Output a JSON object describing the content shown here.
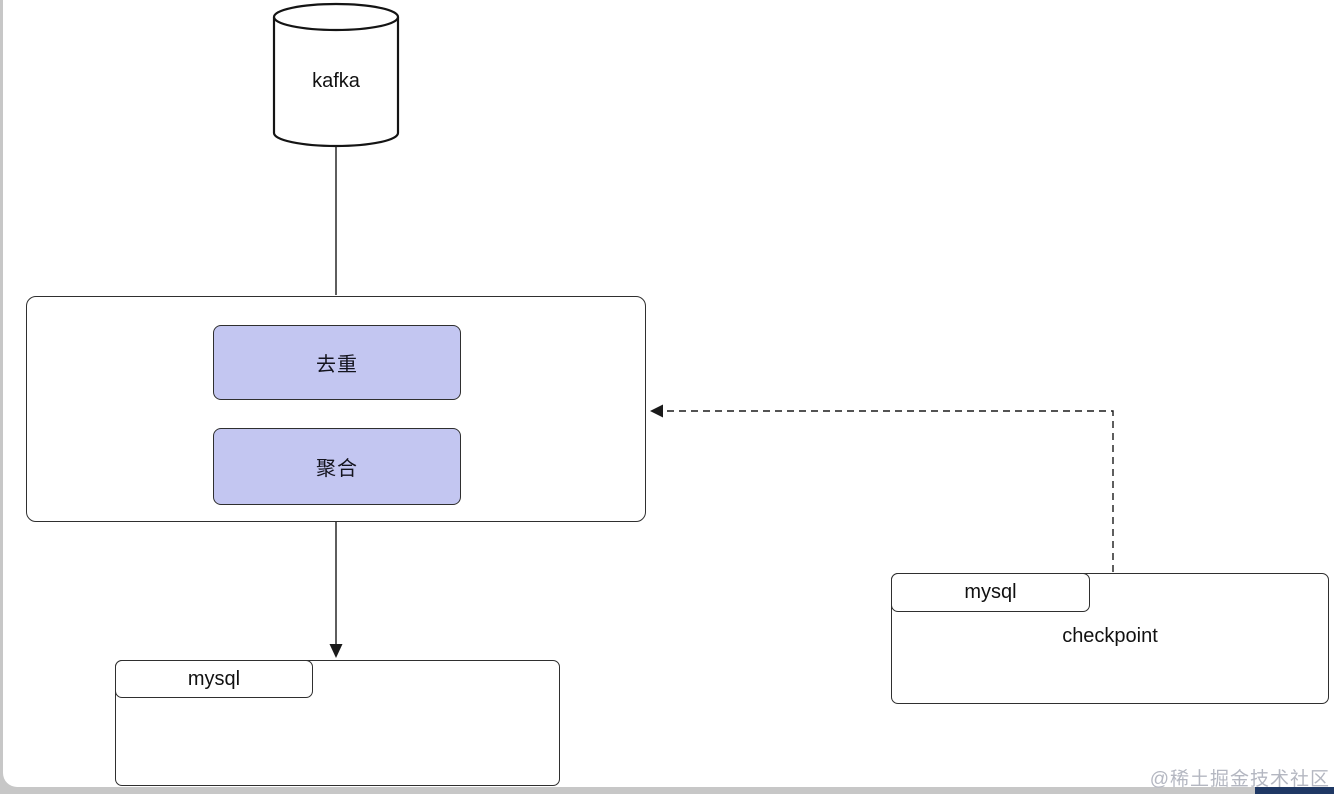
{
  "diagram": {
    "source": {
      "label": "kafka"
    },
    "pipeline": {
      "steps": [
        {
          "label": "去重"
        },
        {
          "label": "聚合"
        }
      ]
    },
    "sink": {
      "tab": "mysql"
    },
    "checkpoint": {
      "tab": "mysql",
      "label": "checkpoint"
    }
  },
  "watermark": "@稀土掘金技术社区",
  "colors": {
    "step_fill": "#c3c6f1",
    "node_border": "#2f2f2f",
    "line": "#1a1a1a",
    "page_bg": "#ffffff",
    "frame_gray": "#c7c7c7",
    "bar_navy": "#1f3864",
    "watermark_text": "#b4b7c1"
  }
}
